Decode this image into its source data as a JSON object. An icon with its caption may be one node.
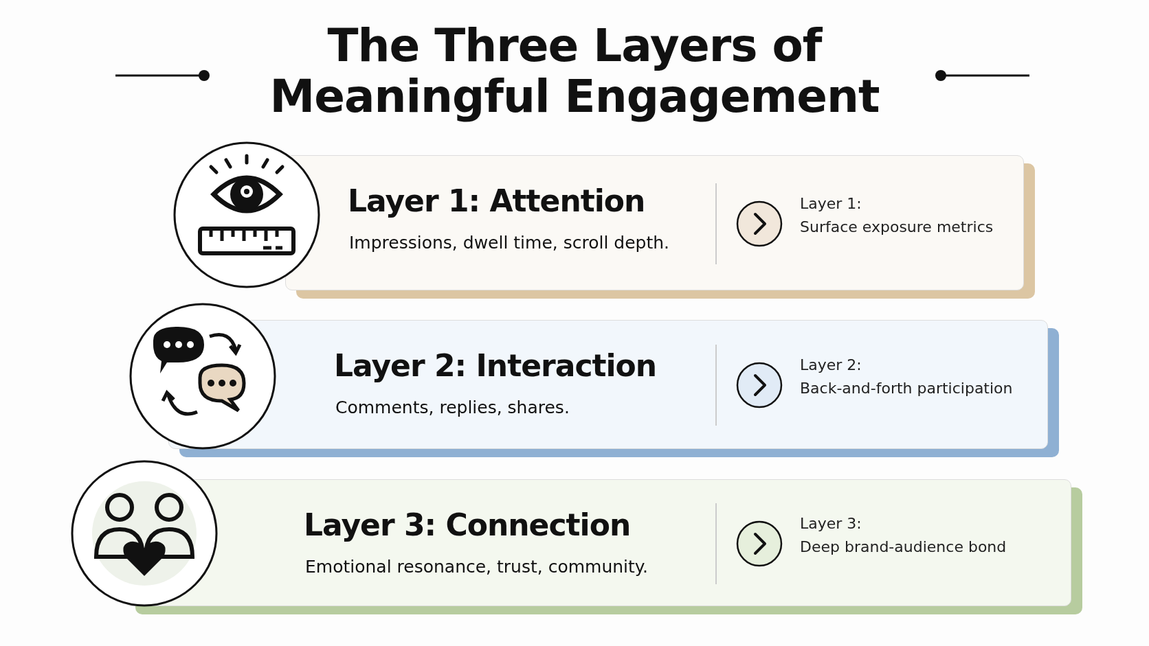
{
  "diagram": {
    "title": "The Three Layers of Meaningful Engagement",
    "nodes": [
      {
        "text": [
          "Layer 1: Attention",
          "Impressions, dwell time, scroll depth.",
          "Layer 1:",
          "Surface exposure metrics"
        ]
      },
      {
        "text": [
          "Layer 2: Interaction",
          "Comments, replies, shares.",
          "Layer 2:",
          "Back-and-forth participation"
        ]
      },
      {
        "text": [
          "Layer 3: Connection",
          "Emotional resonance, trust, community.",
          "Layer 3:",
          "Deep brand-audience bond"
        ]
      }
    ]
  }
}
